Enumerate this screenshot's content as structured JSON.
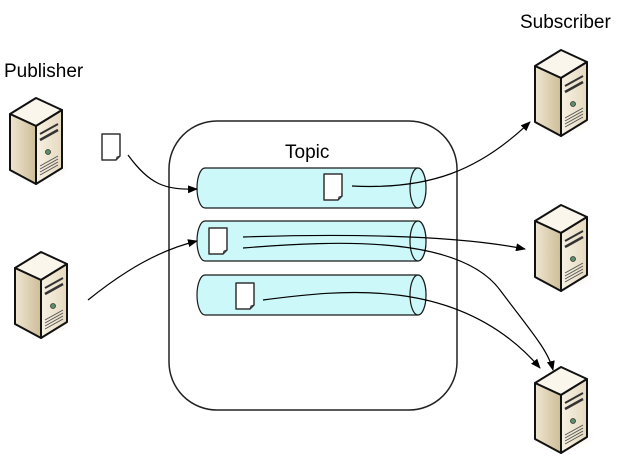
{
  "diagram": {
    "publisher_label": "Publisher",
    "subscriber_label": "Subscriber",
    "topic_label": "Topic",
    "colors": {
      "queue_fill": "#ccf8fa",
      "queue_stroke": "#1a1a1a",
      "server_body": "#f0e8d6",
      "server_side": "#d8c9a6",
      "server_shadow": "#e8dcc4",
      "arrow": "#000000"
    },
    "publishers": [
      {
        "id": "publisher-1",
        "icon": "server-icon"
      },
      {
        "id": "publisher-2",
        "icon": "server-icon"
      }
    ],
    "queues": [
      {
        "id": "queue-1",
        "message_icon": "document-icon"
      },
      {
        "id": "queue-2",
        "message_icon": "document-icon"
      },
      {
        "id": "queue-3",
        "message_icon": "document-icon"
      }
    ],
    "subscribers": [
      {
        "id": "subscriber-1",
        "icon": "server-icon"
      },
      {
        "id": "subscriber-2",
        "icon": "server-icon"
      },
      {
        "id": "subscriber-3",
        "icon": "server-icon"
      }
    ],
    "flows": [
      {
        "from": "publisher-1",
        "to": "queue-1"
      },
      {
        "from": "publisher-2",
        "to": "queue-2"
      },
      {
        "from": "queue-1",
        "to": "subscriber-1"
      },
      {
        "from": "queue-2",
        "to": "subscriber-2"
      },
      {
        "from": "queue-2",
        "to": "subscriber-3"
      },
      {
        "from": "queue-3",
        "to": "subscriber-3"
      }
    ]
  }
}
